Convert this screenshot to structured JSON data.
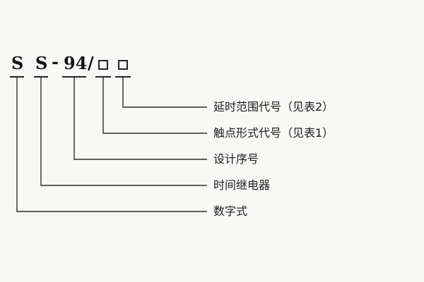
{
  "diagram": {
    "model": {
      "s1": "S",
      "s2": "S",
      "dash": "-",
      "num": "94",
      "slash": "/"
    },
    "placeholders": {
      "box1": "placeholder-square",
      "box2": "placeholder-square"
    },
    "labels": [
      {
        "id": "delay-range-code",
        "text": "延时范围代号（见表2）"
      },
      {
        "id": "contact-form-code",
        "text": "触点形式代号（见表1）"
      },
      {
        "id": "design-serial-number",
        "text": "设计序号"
      },
      {
        "id": "time-relay",
        "text": "时间继电器"
      },
      {
        "id": "digital-type",
        "text": "数字式"
      }
    ],
    "colors": {
      "background": "#f8f8f6",
      "line": "#2a2a2a",
      "text": "#1c1c1c"
    }
  }
}
